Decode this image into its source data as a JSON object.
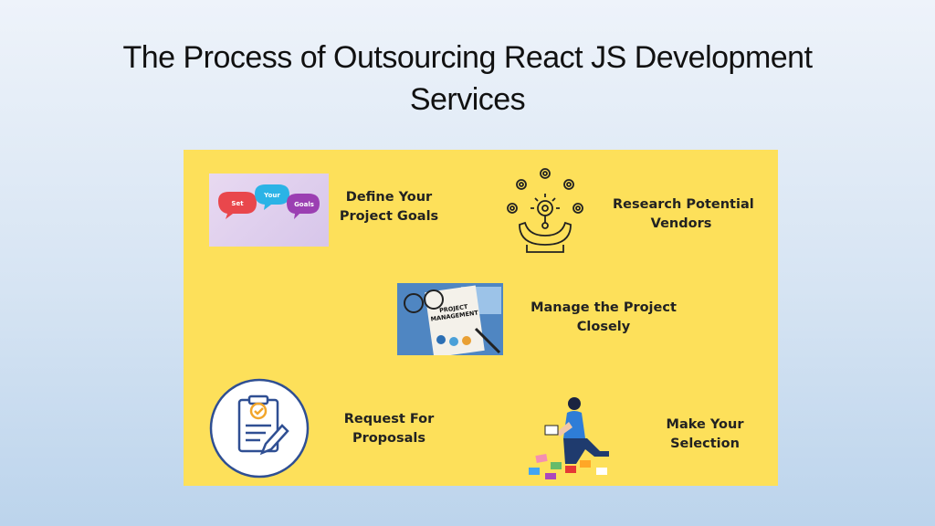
{
  "title": {
    "line1": "The Process of Outsourcing React JS Development",
    "line2": "Services"
  },
  "steps": {
    "define": {
      "line1": "Define Your",
      "line2": "Project Goals"
    },
    "research": {
      "line1": "Research Potential",
      "line2": "Vendors"
    },
    "manage": {
      "line1": "Manage the Project",
      "line2": "Closely"
    },
    "request": {
      "line1": "Request For",
      "line2": "Proposals"
    },
    "selection": {
      "line1": "Make Your",
      "line2": "Selection"
    }
  },
  "goals_image": {
    "bubble1": "Set",
    "bubble2": "Your",
    "bubble3": "Goals"
  },
  "pm_image": {
    "line1": "PROJECT",
    "line2": "MANAGEMENT"
  },
  "colors": {
    "panel": "#fde05a",
    "icon_blue": "#2f4f93",
    "icon_orange": "#f2a62b"
  }
}
